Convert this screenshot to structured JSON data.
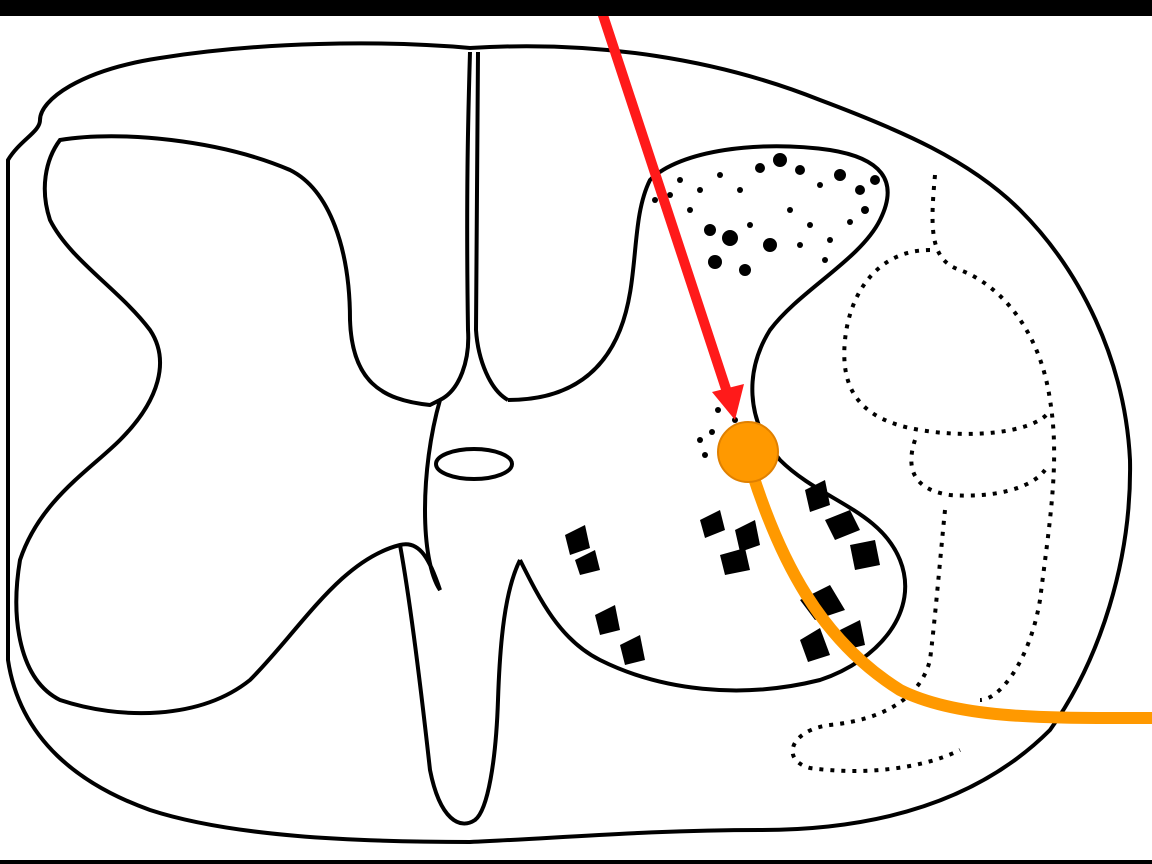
{
  "title": {
    "text": "",
    "color": "#ffff33"
  },
  "colors": {
    "background": "#000000",
    "section_fill": "#ffffff",
    "outline": "#000000",
    "arrow": "#ff1a1a",
    "neuron_marker": "#ff9900",
    "axon": "#ff9900"
  },
  "elements": {
    "arrow": "red-pointer-arrow",
    "neuron": "orange-neuron-dot",
    "axon": "orange-axon-path",
    "cord": "spinal-cord-cross-section"
  }
}
